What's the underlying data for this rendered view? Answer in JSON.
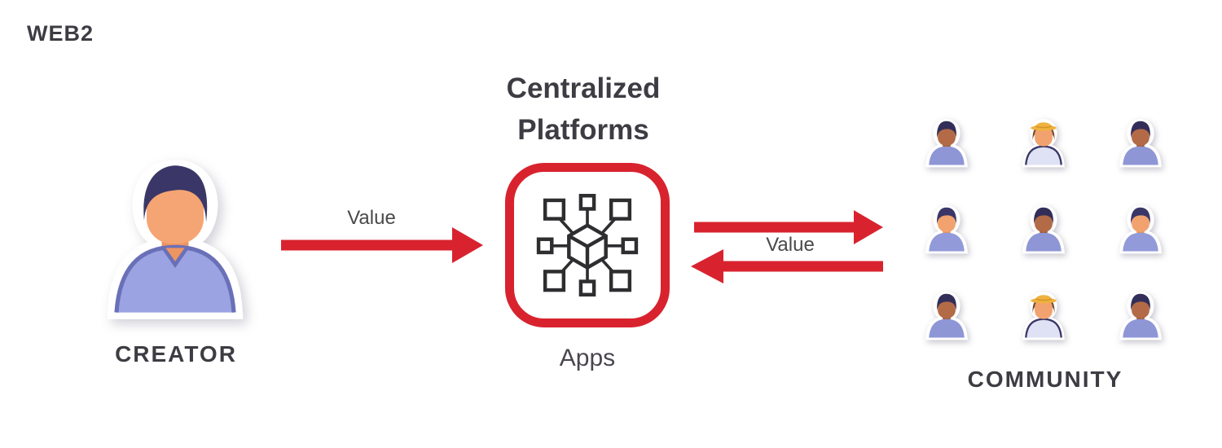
{
  "page_title": "WEB2",
  "creator": {
    "label": "CREATOR",
    "avatar": {
      "skin": "#F5A573",
      "skin_shadow": "#ED9560",
      "hair": "#3A3768",
      "shirt": "#9BA3E2",
      "collar": "#6A70B8"
    }
  },
  "platform": {
    "heading_line1": "Centralized",
    "heading_line2": "Platforms",
    "caption": "Apps",
    "icon": "network-cube-icon"
  },
  "flows": {
    "creator_to_platform": {
      "label": "Value",
      "direction": "right"
    },
    "platform_to_community": {
      "label": "Value",
      "direction": "both"
    }
  },
  "community": {
    "label": "COMMUNITY",
    "grid": [
      [
        "male_dark",
        "female_hat",
        "male_dark"
      ],
      [
        "male_light",
        "male_dark",
        "male_light"
      ],
      [
        "male_dark",
        "female_hat",
        "male_dark"
      ]
    ],
    "avatar_variants": {
      "male_light": {
        "skin": "#F2A26E",
        "skin_shadow": "#E8945C",
        "hair": "#3A3768",
        "shirt": "#939AD9",
        "hat": false
      },
      "male_dark": {
        "skin": "#B36A46",
        "skin_shadow": "#9E5A38",
        "hair": "#322E59",
        "shirt": "#8F96D6",
        "hat": false
      },
      "female_hat": {
        "skin": "#F2A26E",
        "skin_shadow": "#E8945C",
        "hair": "#6E4B33",
        "shirt": "#DFE2F4",
        "collar": "#3A3768",
        "hat": true,
        "hat_color": "#F0B23E",
        "hat_band": "#D6952C"
      }
    }
  },
  "colors": {
    "accent_red": "#D8232F",
    "text_dark": "#3E3C43",
    "text_medium": "#4A4A4A",
    "icon_line": "#2E2E31",
    "background": "#FFFFFF"
  }
}
